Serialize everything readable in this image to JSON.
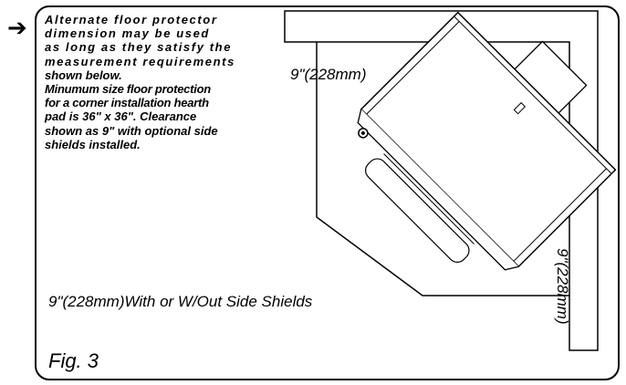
{
  "marker": {
    "icon": "right-arrow-icon",
    "glyph": "➔"
  },
  "note": {
    "paragraph1_lines": [
      "Alternate floor protector",
      "dimension may be used",
      "as long as they satisfy the",
      "measurement requirements",
      "shown below."
    ],
    "paragraph2_lines": [
      "Minumum size floor protection",
      "for a corner installation hearth",
      "pad is 36\" x 36\". Clearance",
      "shown as 9\" with optional side",
      "shields installed."
    ]
  },
  "dimensions": {
    "top": "9\"(228mm)",
    "right": "9\"(228mm)",
    "front": "9\"(228mm)With or W/Out Side Shields"
  },
  "figure_label": "Fig. 3"
}
